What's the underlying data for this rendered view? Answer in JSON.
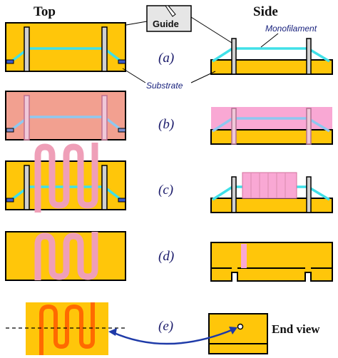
{
  "headers": {
    "top": "Top",
    "side": "Side"
  },
  "labels": {
    "guide": "Guide",
    "monofilament": "Monofilament",
    "substrate": "Substrate",
    "end_view": "End view"
  },
  "steps": [
    "(a)",
    "(b)",
    "(c)",
    "(d)",
    "(e)"
  ],
  "colors": {
    "substrate": "#ffc60a",
    "filament": "#40e0e8",
    "polymer": "#ef9fb8",
    "polymer_overlay": "#f2a090",
    "resist_block": "#f9a8d4",
    "channel": "#ff6a00",
    "guide": "#d0d0d0",
    "arrow": "#1e3aa8"
  }
}
